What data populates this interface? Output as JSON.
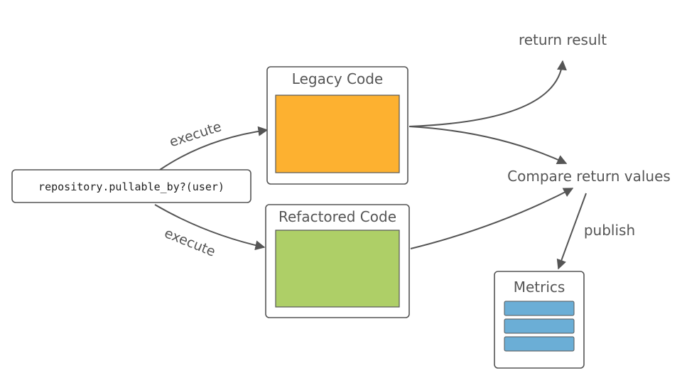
{
  "call": {
    "text": "repository.pullable_by?(user)"
  },
  "legacy": {
    "title": "Legacy Code",
    "fill": "#fdb130"
  },
  "refactored": {
    "title": "Refactored Code",
    "fill": "#aecf67"
  },
  "labels": {
    "execute_top": "execute",
    "execute_bottom": "execute",
    "return_result": "return result",
    "compare": "Compare return values",
    "publish": "publish"
  },
  "metrics": {
    "title": "Metrics",
    "bar_count": 3,
    "bar_color": "#6baed6"
  },
  "colors": {
    "stroke": "#555555",
    "text": "#555555"
  }
}
